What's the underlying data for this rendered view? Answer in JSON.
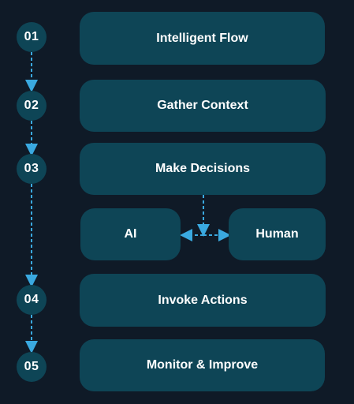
{
  "steps": [
    {
      "number": "01",
      "label": "Intelligent Flow"
    },
    {
      "number": "02",
      "label": "Gather Context"
    },
    {
      "number": "03",
      "label": "Make Decisions"
    },
    {
      "number": "04",
      "label": "Invoke Actions"
    },
    {
      "number": "05",
      "label": "Monitor & Improve"
    }
  ],
  "branches": {
    "left": "AI",
    "right": "Human"
  },
  "colors": {
    "background": "#0f1a27",
    "box": "#0e4556",
    "connector": "#3aa9e0",
    "text": "#ffffff"
  }
}
